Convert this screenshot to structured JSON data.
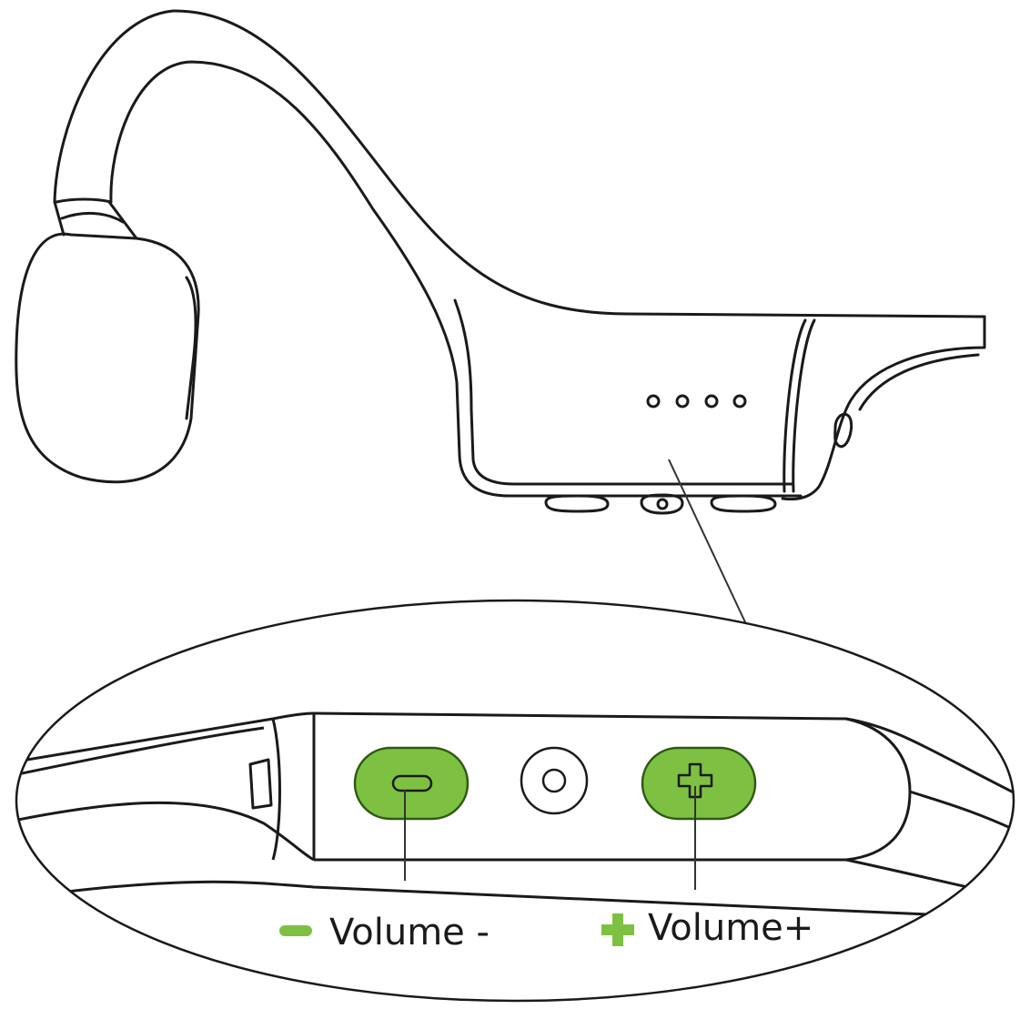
{
  "diagram": {
    "colors": {
      "accent": "#7ec142",
      "accent_stroke": "#3a6a1c",
      "line": "#1a1a1a",
      "background": "#ffffff"
    },
    "labels": {
      "volume_down": "Volume -",
      "volume_up": "Volume+"
    },
    "icons": {
      "volume_down": "minus-icon",
      "volume_up": "plus-icon"
    },
    "indicator_dot_count": 4,
    "device_buttons": [
      "volume-down",
      "multifunction",
      "volume-up"
    ]
  }
}
